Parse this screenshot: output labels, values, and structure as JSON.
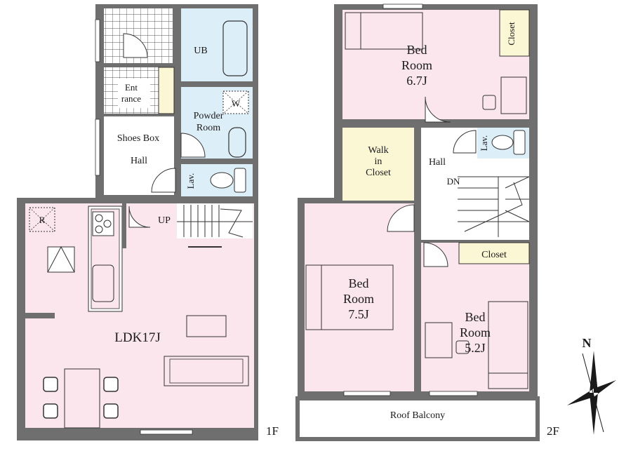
{
  "colors": {
    "pink": "#fbe6ee",
    "blue": "#dceef8",
    "yellow": "#fbf6d4",
    "wall": "#6f6f6f",
    "line": "#333333"
  },
  "floor1": {
    "label": "1F",
    "rooms": {
      "ub": "UB",
      "entrance_line1": "Ent",
      "entrance_line2": "rance",
      "powder_line1": "Powder",
      "powder_line2": "Room",
      "washer": "W",
      "shoes_box": "Shoes Box",
      "hall": "Hall",
      "lav": "Lav.",
      "ldk": "LDK17J",
      "up": "UP",
      "fridge": "R"
    }
  },
  "floor2": {
    "label": "2F",
    "rooms": {
      "bed1_line1": "Bed",
      "bed1_line2": "Room",
      "bed1_line3": "6.7J",
      "closet_top": "Closet",
      "walk_line1": "Walk",
      "walk_line2": "in",
      "walk_line3": "Closet",
      "hall": "Hall",
      "dn": "DN",
      "lav": "Lav.",
      "bed2_line1": "Bed",
      "bed2_line2": "Room",
      "bed2_line3": "7.5J",
      "closet_mid": "Closet",
      "bed3_line1": "Bed",
      "bed3_line2": "Room",
      "bed3_line3": "5.2J",
      "roof_balcony": "Roof Balcony"
    }
  },
  "compass": {
    "north": "N"
  }
}
